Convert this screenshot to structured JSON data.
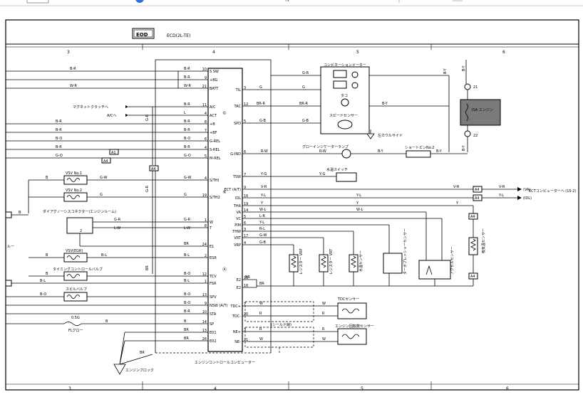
{
  "viewer": {
    "header_glyph": "N"
  },
  "title": {
    "logo": "EOD",
    "text": "ECD(2L-TE)"
  },
  "columns": {
    "top": [
      "3",
      "4",
      "5",
      "6"
    ],
    "bottom": [
      "3",
      "4",
      "5",
      "6"
    ]
  },
  "ecu": {
    "name": "エンジンコントロールコンピューター",
    "pins_left": [
      {
        "no": "10",
        "label": "S SW"
      },
      {
        "no": "9",
        "label": "+BG"
      },
      {
        "no": "21",
        "label": "BATT"
      },
      {
        "no": "11",
        "label": "A/C"
      },
      {
        "no": "4",
        "label": "ACT"
      },
      {
        "no": "8",
        "label": "+B"
      },
      {
        "no": "7",
        "label": "+BF"
      },
      {
        "no": "6",
        "label": "G-REL"
      },
      {
        "no": "4",
        "label": "S-REL"
      },
      {
        "no": "5",
        "label": "M-REL"
      },
      {
        "no": "4",
        "label": "S/THI"
      },
      {
        "no": "19",
        "label": "S/TH2"
      },
      {
        "no": "1",
        "label": "W"
      },
      {
        "no": "8",
        "label": "T"
      },
      {
        "no": "24",
        "label": "E1"
      },
      {
        "no": "2",
        "label": "ESR"
      },
      {
        "no": "12",
        "label": "TCV"
      },
      {
        "no": "1",
        "label": "FSR"
      },
      {
        "no": "13",
        "label": "SPV"
      },
      {
        "no": "9",
        "label": "NSW (A/T)"
      },
      {
        "no": "10",
        "label": "STA"
      },
      {
        "no": "14",
        "label": "SP"
      },
      {
        "no": "13",
        "label": "E01"
      },
      {
        "no": "26",
        "label": "E02"
      }
    ],
    "pins_right": [
      {
        "no": "3",
        "label": "TIL"
      },
      {
        "no": "12",
        "label": "TAC"
      },
      {
        "no": "5",
        "label": "SPD"
      },
      {
        "no": "6",
        "label": "G-IND"
      },
      {
        "no": "7",
        "label": "TSW"
      },
      {
        "no": "9",
        "label": "ECT (A/T)"
      },
      {
        "no": "16",
        "label": "IDL"
      },
      {
        "no": "19",
        "label": "THA"
      },
      {
        "no": "14",
        "label": "VA"
      },
      {
        "no": "5",
        "label": "VC"
      },
      {
        "no": "6",
        "label": "PIM"
      },
      {
        "no": "3",
        "label": "THW"
      },
      {
        "no": "17",
        "label": "VRT"
      },
      {
        "no": "4",
        "label": "VRP"
      },
      {
        "no": "15",
        "label": "E2"
      },
      {
        "no": "16",
        "label": "E2"
      },
      {
        "no": "7",
        "label": "TDC+"
      },
      {
        "no": "20",
        "label": "TDC-"
      },
      {
        "no": "3",
        "label": "NE+"
      },
      {
        "no": "21",
        "label": "NE-"
      }
    ],
    "marks": [
      "©",
      "®",
      "Ⓐ"
    ]
  },
  "components": {
    "meter": "コンビネーションメーター",
    "tacho": "タコ",
    "speed_sensor": "スピードセンサー",
    "speedo_side": "左カウルサイド",
    "glow_lamp": "グローインジケーターランプ",
    "short_pin": "ショートピンNo.2",
    "water_switch": "水温スイッチ",
    "isa": "ISA エンジン",
    "vsv1": "VSV No.1",
    "vsv2": "VSV No.2",
    "diag_connector": "ダイアグノーシスコネクター(エンジンルーム)",
    "vsv_egr": "VSV(EGR)",
    "timing_valve": "タイミングコントロールバルブ",
    "spill_valve": "スピルバルブ",
    "fusible": "0.5G",
    "fl_glow": "FLグロー",
    "magnet_clutch": "マグネットクラッチへ",
    "ac_to": "A/Cへ",
    "rel_left": "ルー",
    "resistor_vrp": "レジスター VRP",
    "resistor_vrt": "レジスター VRT",
    "water_sensor": "水温センサー",
    "turbo_sensor": "ターボプレッシャーセンサー",
    "accel_sensor": "アクセルセンサー",
    "intake_temp": "吸気温センサー",
    "tdc_sensor": "TDCセンサー",
    "ne_sensor": "エンジン回転数センサー",
    "shield": "(シールド線)",
    "engine_block": "エンジンブロック",
    "ect_to": "ECTコンピューターへ (15-2)",
    "va_out": "(VA)",
    "idl_out": "(IDL)"
  },
  "wires": {
    "top_br": "B-R",
    "top_bb": "B-R",
    "wr": "W-R",
    "br2": "B-R",
    "br3": "B-R",
    "bo1": "B-O",
    "bo2": "B-O",
    "go": "G-O",
    "gr_tach": "G-R",
    "g_til": "G",
    "brr": "BR-R",
    "gb": "G-B",
    "rw": "R-W",
    "by": "B-Y",
    "yg": "Y-G",
    "vr": "V-R",
    "yl": "Y-L",
    "y": "Y",
    "wl": "W-L",
    "lr": "L-R",
    "rl": "R-L",
    "gw": "G-W",
    "b": "B",
    "br": "BR",
    "bl": "B-L",
    "r": "R",
    "w": "W",
    "l": "L",
    "lw": "L-W",
    "g": "G",
    "gr": "G-R"
  },
  "connectors": {
    "a1": "A1",
    "a4": "A4",
    "a5": "5",
    "n21": "21",
    "n22": "22",
    "n2": "2"
  }
}
